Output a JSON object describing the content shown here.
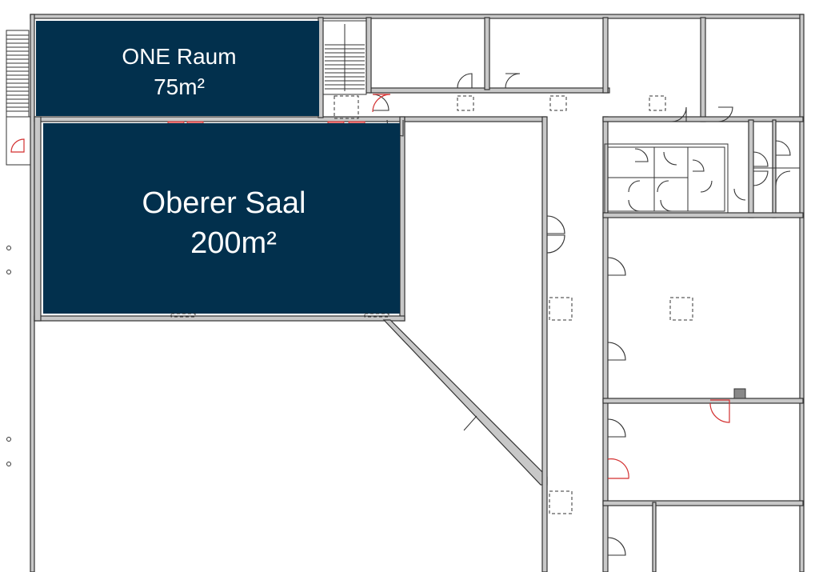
{
  "rooms": {
    "one_raum": {
      "name": "ONE Raum",
      "area": "75m²",
      "fill": "#02304d"
    },
    "oberer_saal": {
      "name": "Oberer Saal",
      "area": "200m²",
      "fill": "#02304d"
    }
  },
  "colors": {
    "wall": "#c8c8c8",
    "wall_outline": "#333333",
    "door_highlight": "#f08080",
    "door_arc_red": "#d32f2f"
  }
}
